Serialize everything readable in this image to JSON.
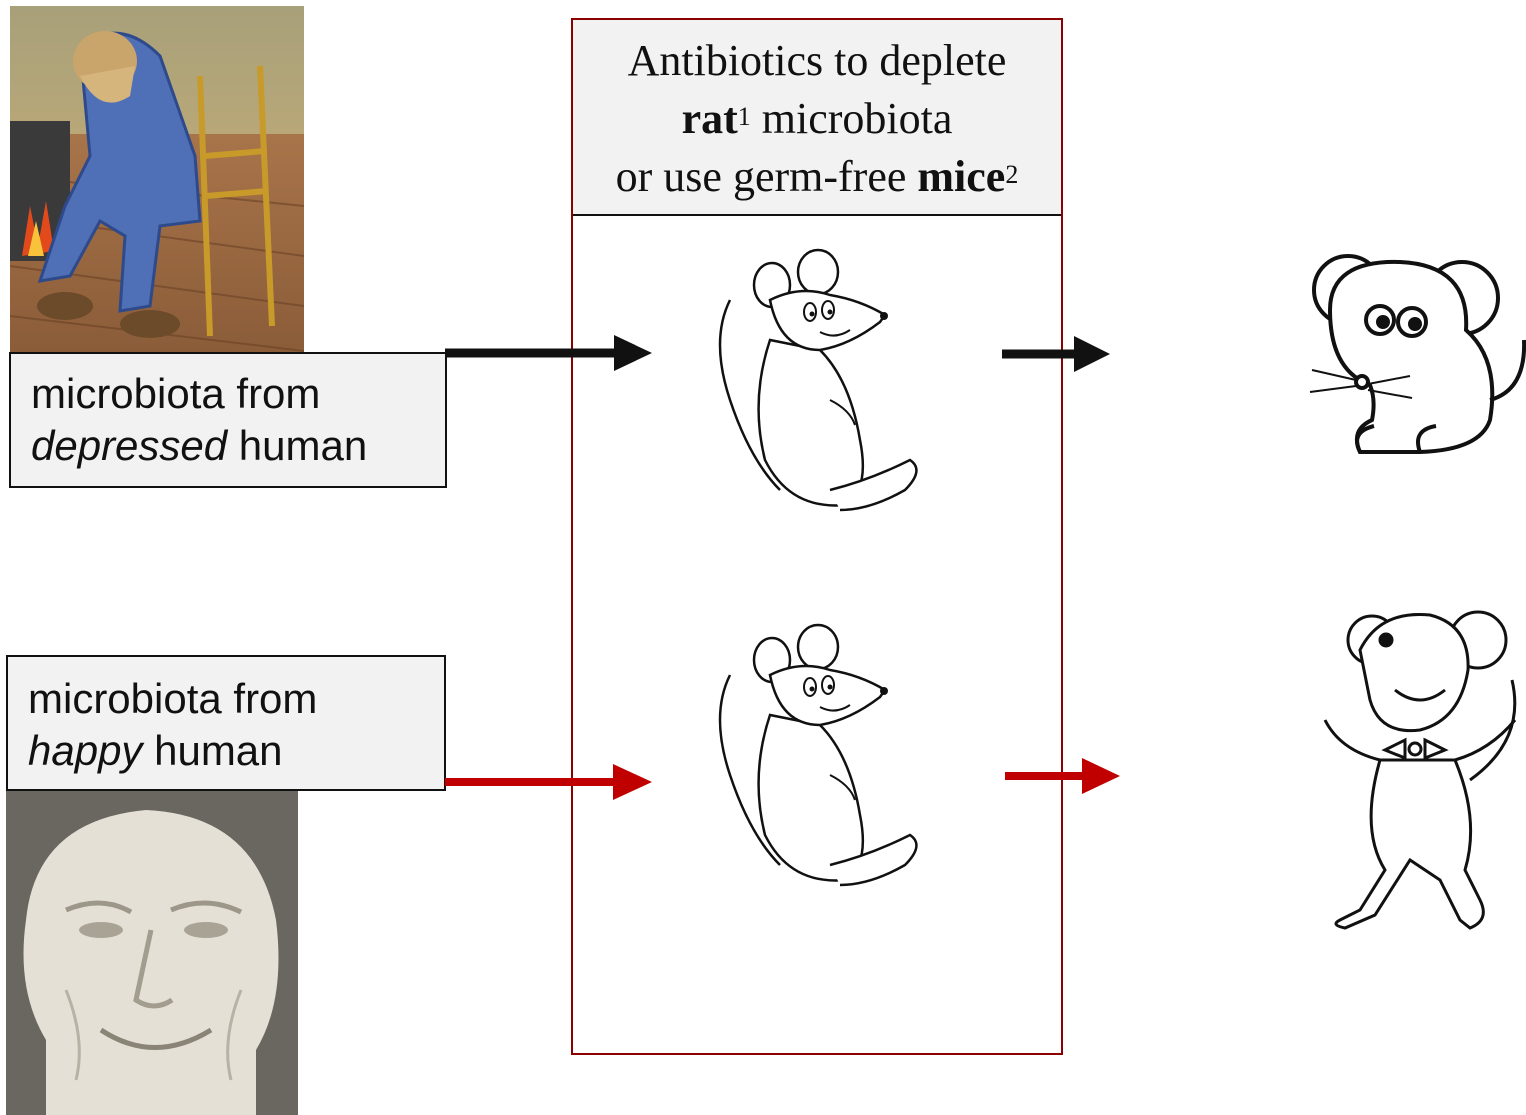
{
  "header": {
    "line1": "Antibiotics to deplete",
    "line2_bold": "rat",
    "line2_sup": "1",
    "line2_rest": " microbiota",
    "line3_pre": "or use germ-free ",
    "line3_bold": "mice",
    "line3_sup": "2"
  },
  "donors": {
    "depressed": {
      "line1": "microbiota from",
      "line2_italic": "depressed",
      "line2_rest": " human",
      "image": "depressed-man-painting",
      "arrow_color": "#111111"
    },
    "happy": {
      "line1": "microbiota from",
      "line2_italic": "happy",
      "line2_rest": " human",
      "image": "smiling-bust-sculpture",
      "arrow_color": "#c00000"
    }
  },
  "outcomes": {
    "top": "neutral-mouse-cartoon",
    "bottom": "happy-dancing-mouse-cartoon"
  },
  "colors": {
    "center_border": "#8b0000",
    "box_fill": "#f2f2f2"
  }
}
